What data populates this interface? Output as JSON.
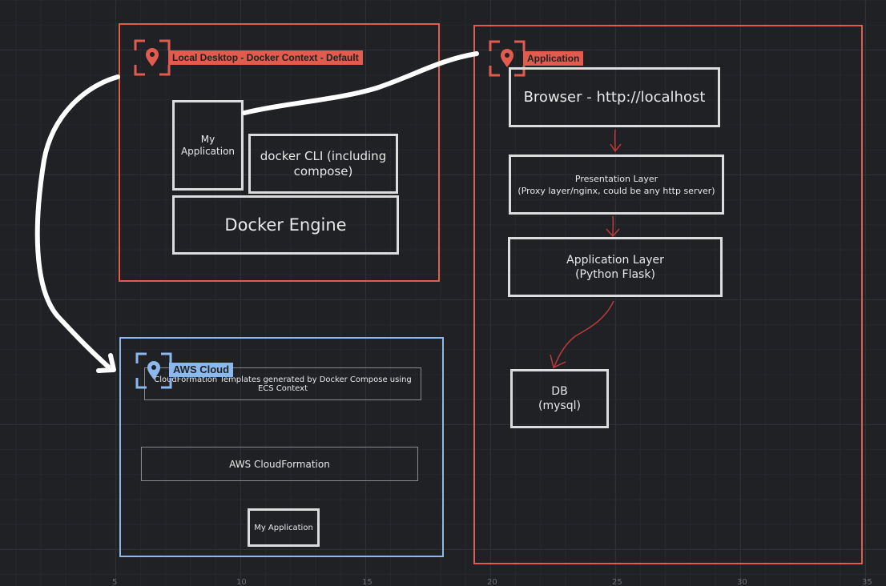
{
  "groups": {
    "local": {
      "label": "Local Desktop - Docker Context - Default"
    },
    "application": {
      "label": "Application"
    },
    "aws": {
      "label": "AWS Cloud"
    }
  },
  "local": {
    "my_application": "My\nApplication",
    "docker_cli": "docker CLI (including\ncompose)",
    "docker_engine": "Docker Engine"
  },
  "application": {
    "browser": "Browser - http://localhost",
    "presentation_layer": "Presentation Layer\n(Proxy layer/nginx, could be any http server)",
    "application_layer": "Application Layer\n(Python Flask)",
    "db": "DB\n(mysql)"
  },
  "aws": {
    "cloudformation_templates": "CloudFormation Templates generated by Docker Compose using ECS Context",
    "aws_cloudformation": "AWS CloudFormation",
    "my_application": "My Application"
  },
  "ruler_ticks": [
    "5",
    "10",
    "15",
    "20",
    "25",
    "30",
    "35"
  ],
  "colors": {
    "group_red": "#e15b4e",
    "group_blue": "#8ab8ef",
    "arrow_red": "#c0393b",
    "box_border": "#dcdcdc",
    "background": "#1f2125"
  }
}
